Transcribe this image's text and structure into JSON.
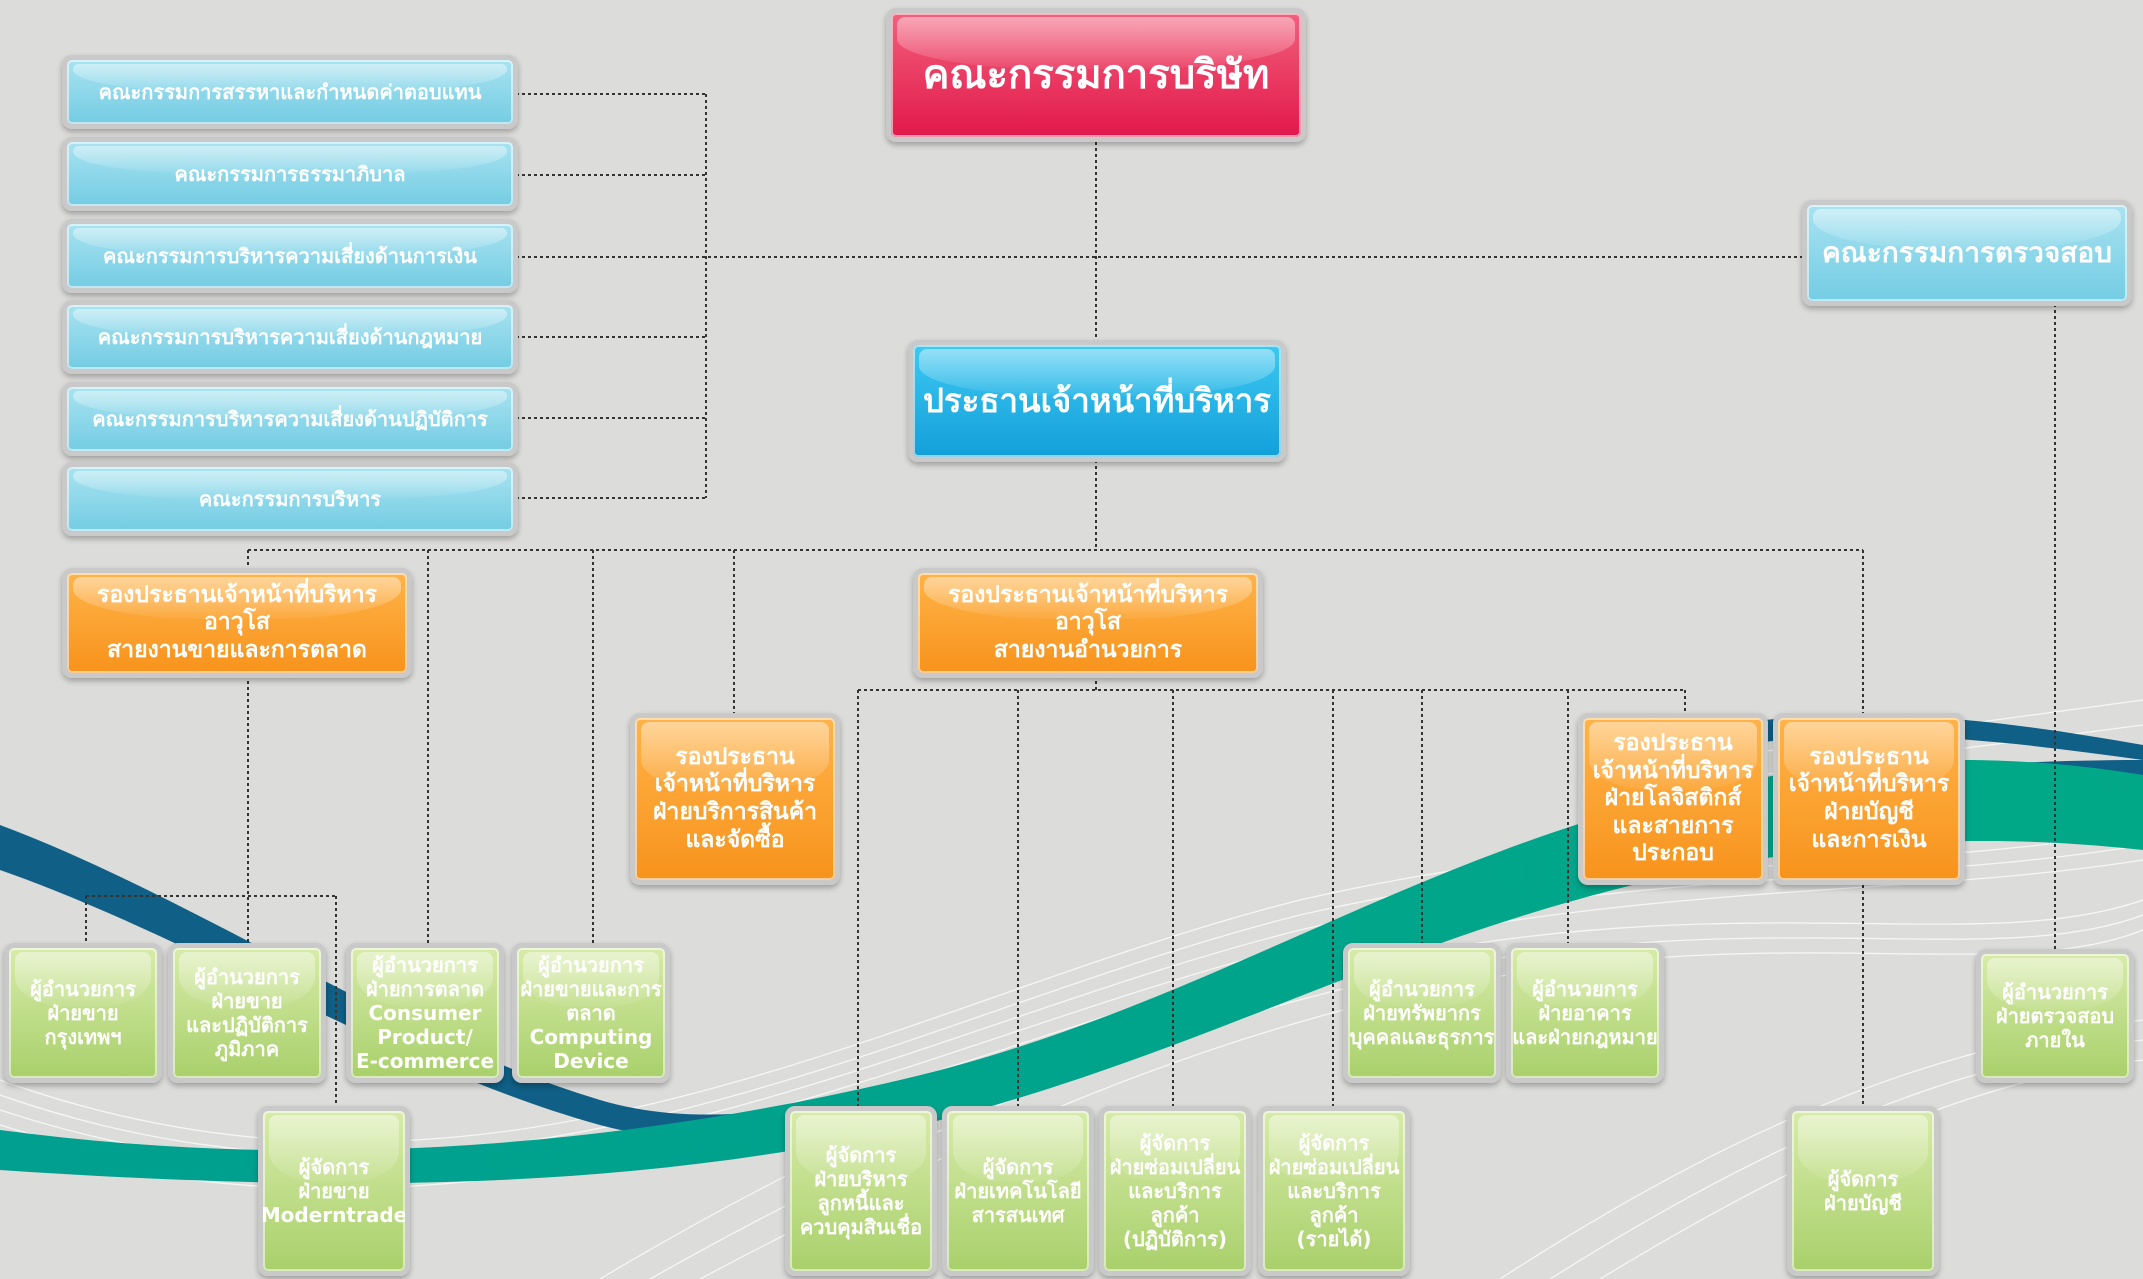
{
  "board": {
    "title": "คณะกรรมการบริษัท"
  },
  "audit_committee": {
    "title": "คณะกรรมการตรวจสอบ"
  },
  "ceo": {
    "title": "ประธานเจ้าหน้าที่บริหาร"
  },
  "committees": [
    "คณะกรรมการสรรหาและกำหนดค่าตอบแทน",
    "คณะกรรมการธรรมาภิบาล",
    "คณะกรรมการบริหารความเสี่ยงด้านการเงิน",
    "คณะกรรมการบริหารความเสี่ยงด้านกฎหมาย",
    "คณะกรรมการบริหารความเสี่ยงด้านปฏิบัติการ",
    "คณะกรรมการบริหาร"
  ],
  "svp_sales": {
    "line1": "รองประธานเจ้าหน้าที่บริหารอาวุโส",
    "line2": "สายงานขายและการตลาด"
  },
  "svp_operations": {
    "line1": "รองประธานเจ้าหน้าที่บริหารอาวุโส",
    "line2": "สายงานอำนวยการ"
  },
  "vp_product": [
    "รองประธาน",
    "เจ้าหน้าที่บริหาร",
    "ฝ่ายบริการสินค้า",
    "และจัดซื้อ"
  ],
  "vp_logistics": [
    "รองประธาน",
    "เจ้าหน้าที่บริหาร",
    "ฝ่ายโลจิสติกส์",
    "และสายการประกอบ"
  ],
  "vp_accounting": [
    "รองประธาน",
    "เจ้าหน้าที่บริหาร",
    "ฝ่ายบัญชี",
    "และการเงิน"
  ],
  "dir_sales_bkk": [
    "ผู้อำนวยการ",
    "ฝ่ายขาย",
    "กรุงเทพฯ"
  ],
  "dir_sales_regional": [
    "ผู้อำนวยการ",
    "ฝ่ายขาย",
    "และปฏิบัติการ",
    "ภูมิภาค"
  ],
  "dir_marketing_consumer": [
    "ผู้อำนวยการ",
    "ฝ่ายการตลาด",
    "Consumer",
    "Product/",
    "E-commerce"
  ],
  "dir_computing": [
    "ผู้อำนวยการ",
    "ฝ่ายขายและการตลาด",
    "Computing",
    "Device"
  ],
  "dir_hr": [
    "ผู้อำนวยการ",
    "ฝ่ายทรัพยากร",
    "บุคคลและธุรการ"
  ],
  "dir_building_legal": [
    "ผู้อำนวยการ",
    "ฝ่ายอาคาร",
    "และฝ่ายกฎหมาย"
  ],
  "dir_internal_audit": [
    "ผู้อำนวยการ",
    "ฝ่ายตรวจสอบ",
    "ภายใน"
  ],
  "mgr_moderntrade": [
    "ผู้จัดการ",
    "ฝ่ายขาย",
    "Moderntrade"
  ],
  "mgr_debtor": [
    "ผู้จัดการ",
    "ฝ่ายบริหาร",
    "ลูกหนี้และ",
    "ควบคุมสินเชื่อ"
  ],
  "mgr_it": [
    "ผู้จัดการ",
    "ฝ่ายเทคโนโลยี",
    "สารสนเทศ"
  ],
  "mgr_repair_ops": [
    "ผู้จัดการ",
    "ฝ่ายซ่อมเปลี่ยน",
    "และบริการลูกค้า",
    "(ปฏิบัติการ)"
  ],
  "mgr_repair_rev": [
    "ผู้จัดการ",
    "ฝ่ายซ่อมเปลี่ยน",
    "และบริการลูกค้า",
    "(รายได้)"
  ],
  "mgr_accounting": [
    "ผู้จัดการ",
    "ฝ่ายบัญชี"
  ],
  "colors": {
    "background": "#dcdcda",
    "board": "#e2184b",
    "ceo": "#139fd9",
    "committee": "#74cce3",
    "executive": "#f7931c",
    "director": "#a9d06b",
    "wave_teal": "#00a08a",
    "wave_navy": "#0d5a85"
  }
}
